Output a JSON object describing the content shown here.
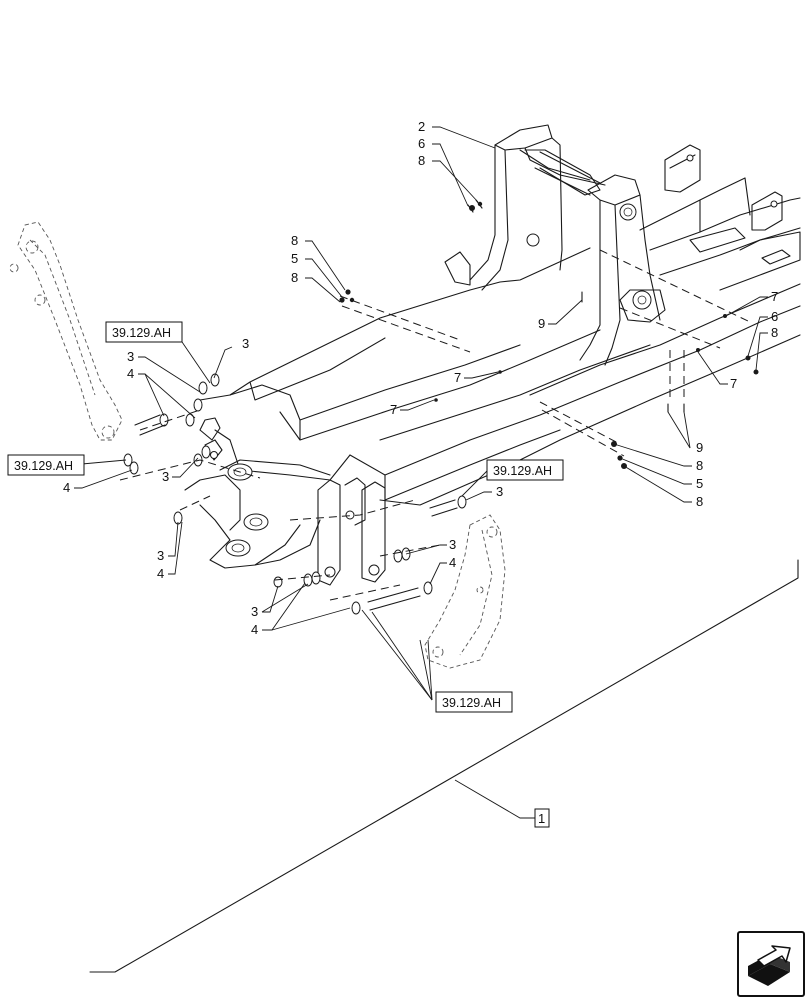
{
  "callouts": {
    "c2": "2",
    "c6a": "6",
    "c8a": "8",
    "c8b": "8",
    "c5a": "5",
    "c8c": "8",
    "c3a": "3",
    "c4a": "4",
    "c3b": "3",
    "c4b": "4",
    "c3c": "3",
    "c3d": "3",
    "c4c": "4",
    "c3e": "3",
    "c4d": "4",
    "c9a": "9",
    "c7a": "7",
    "c7b": "7",
    "c7c": "7",
    "c6b": "6",
    "c8d": "8",
    "c7d": "7",
    "c9b": "9",
    "c8e": "8",
    "c5b": "5",
    "c8f": "8",
    "c3f": "3",
    "c3g": "3",
    "c4e": "4",
    "c1": "1"
  },
  "references": {
    "ref1": "39.129.AH",
    "ref2": "39.129.AH",
    "ref3": "39.129.AH",
    "ref4": "39.129.AH"
  },
  "nav_icon": "next-page-arrow-icon"
}
